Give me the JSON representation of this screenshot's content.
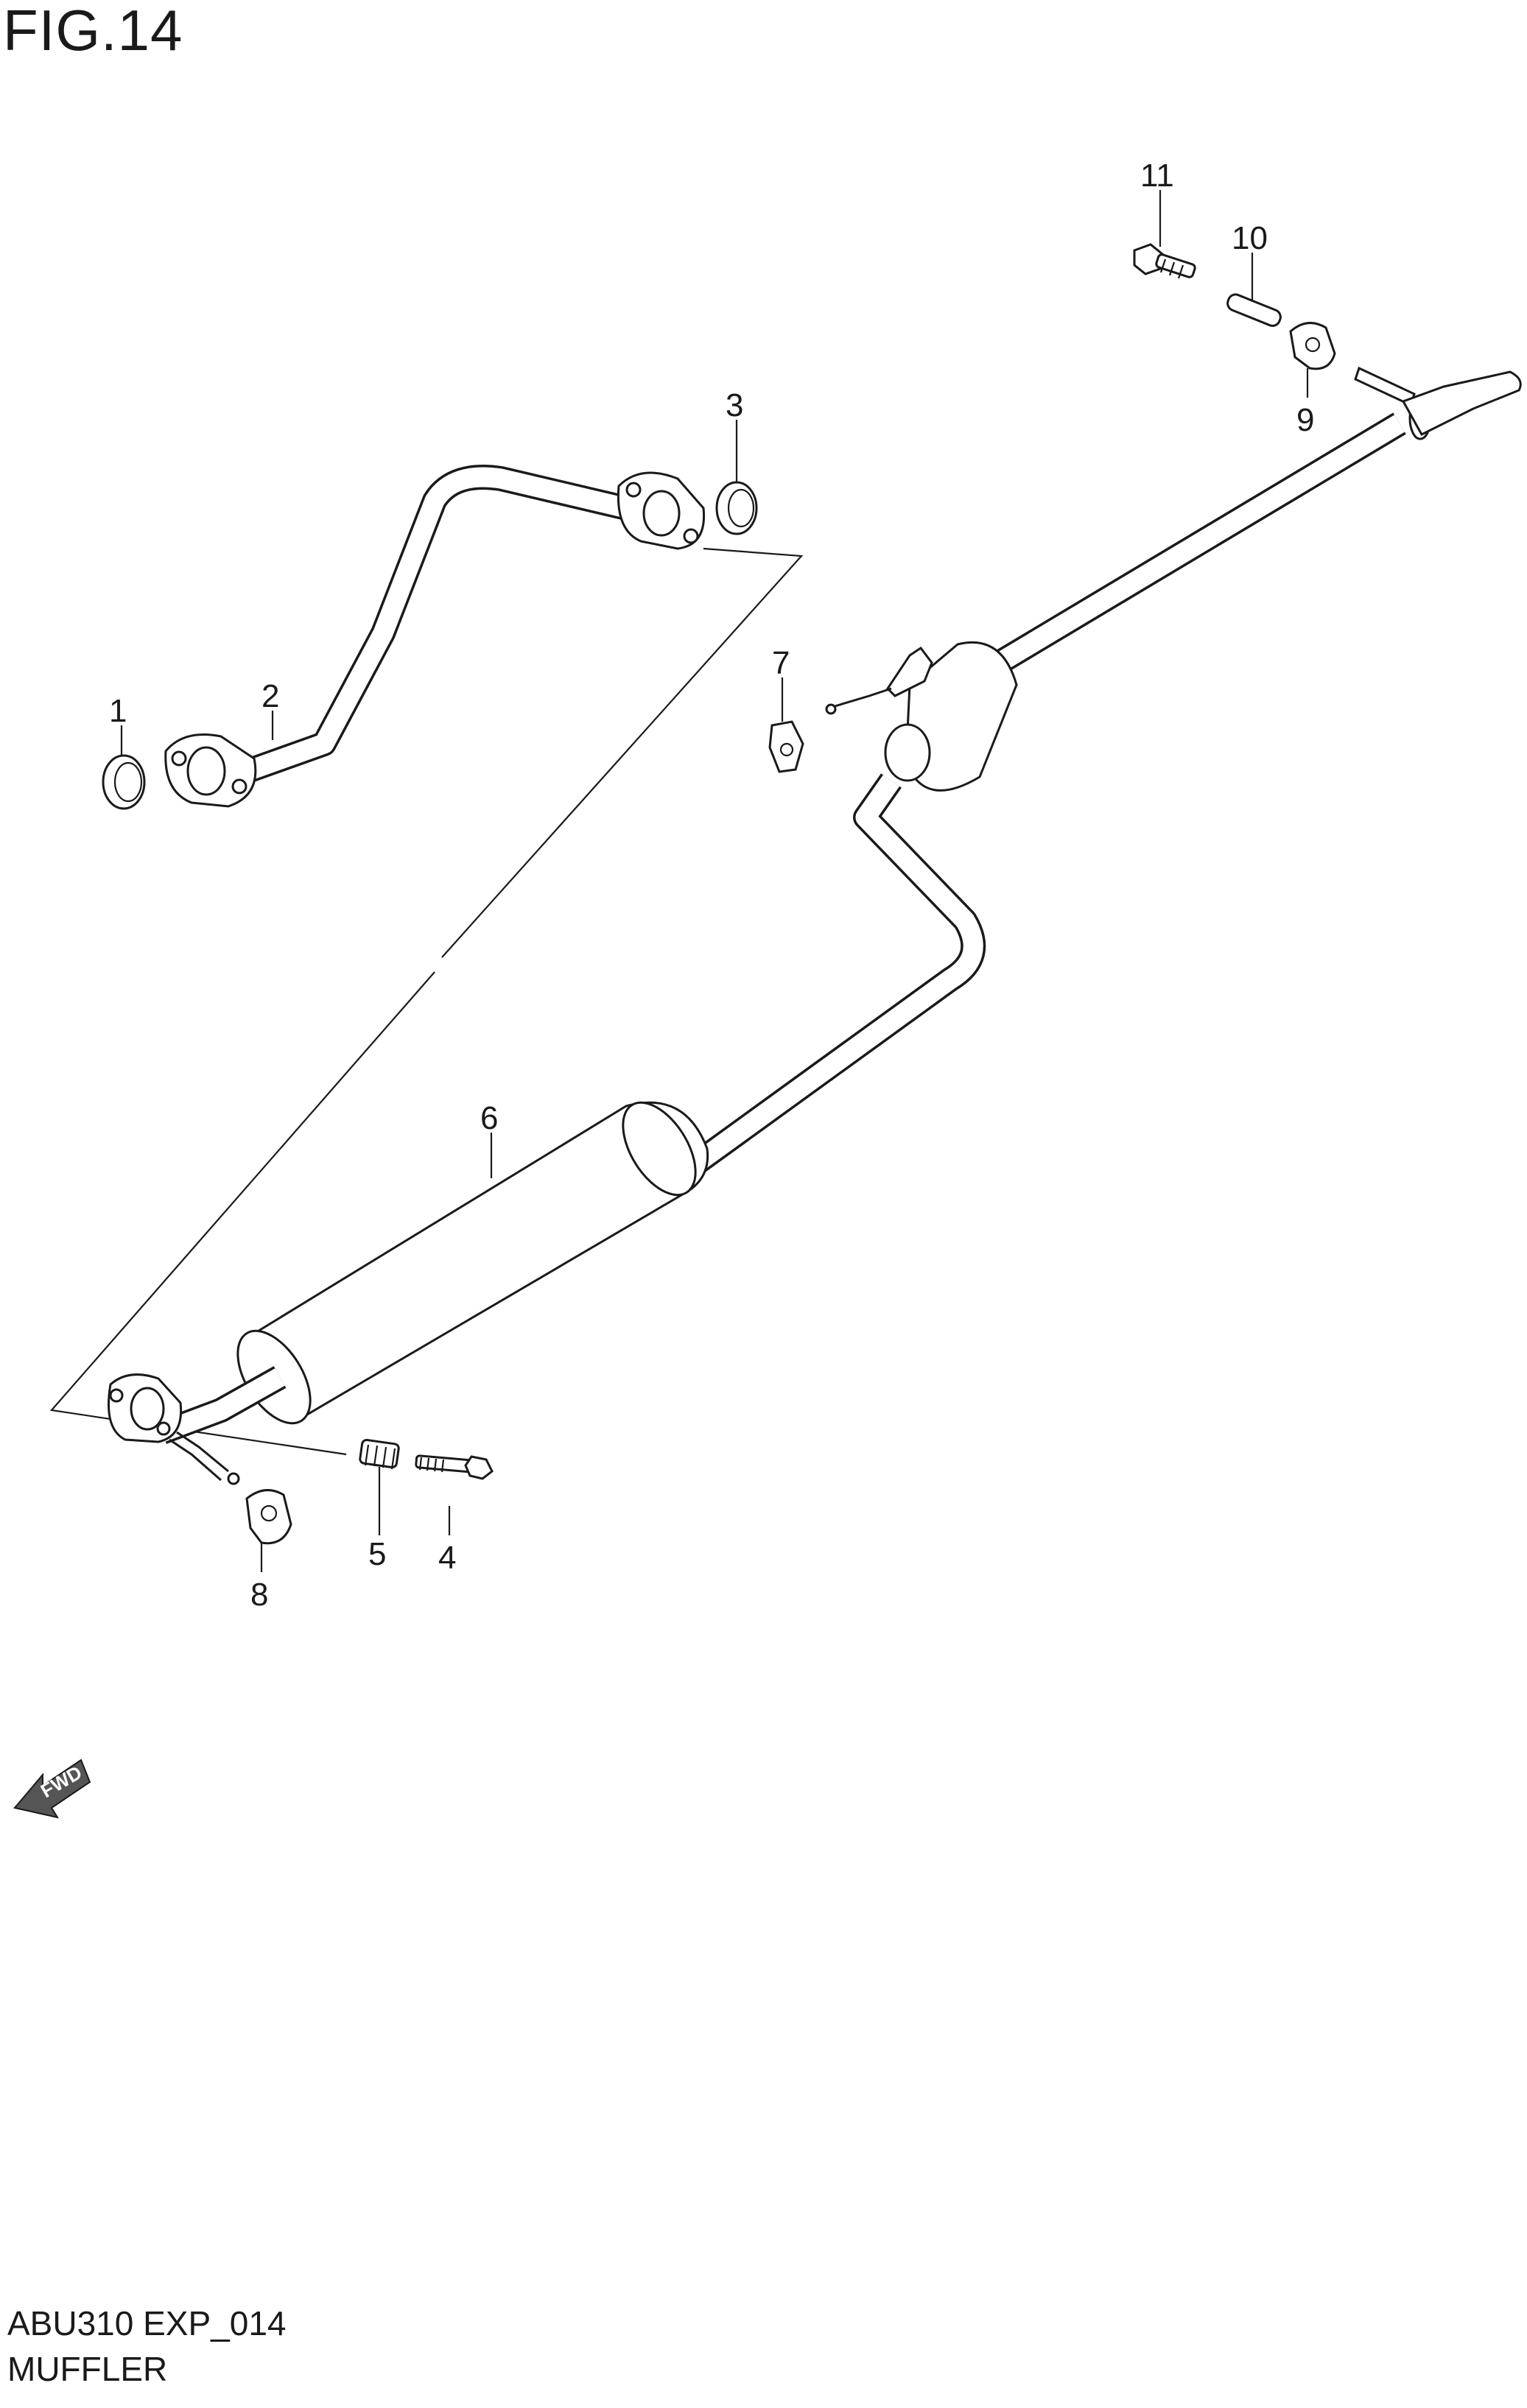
{
  "figure": {
    "title": "FIG.14"
  },
  "callouts": {
    "p1": "1",
    "p2": "2",
    "p3": "3",
    "p4": "4",
    "p5": "5",
    "p6": "6",
    "p7": "7",
    "p8": "8",
    "p9": "9",
    "p10": "10",
    "p11": "11"
  },
  "fwd_label": "FWD",
  "footer": {
    "code": "ABU310 EXP_014",
    "name": "MUFFLER"
  }
}
